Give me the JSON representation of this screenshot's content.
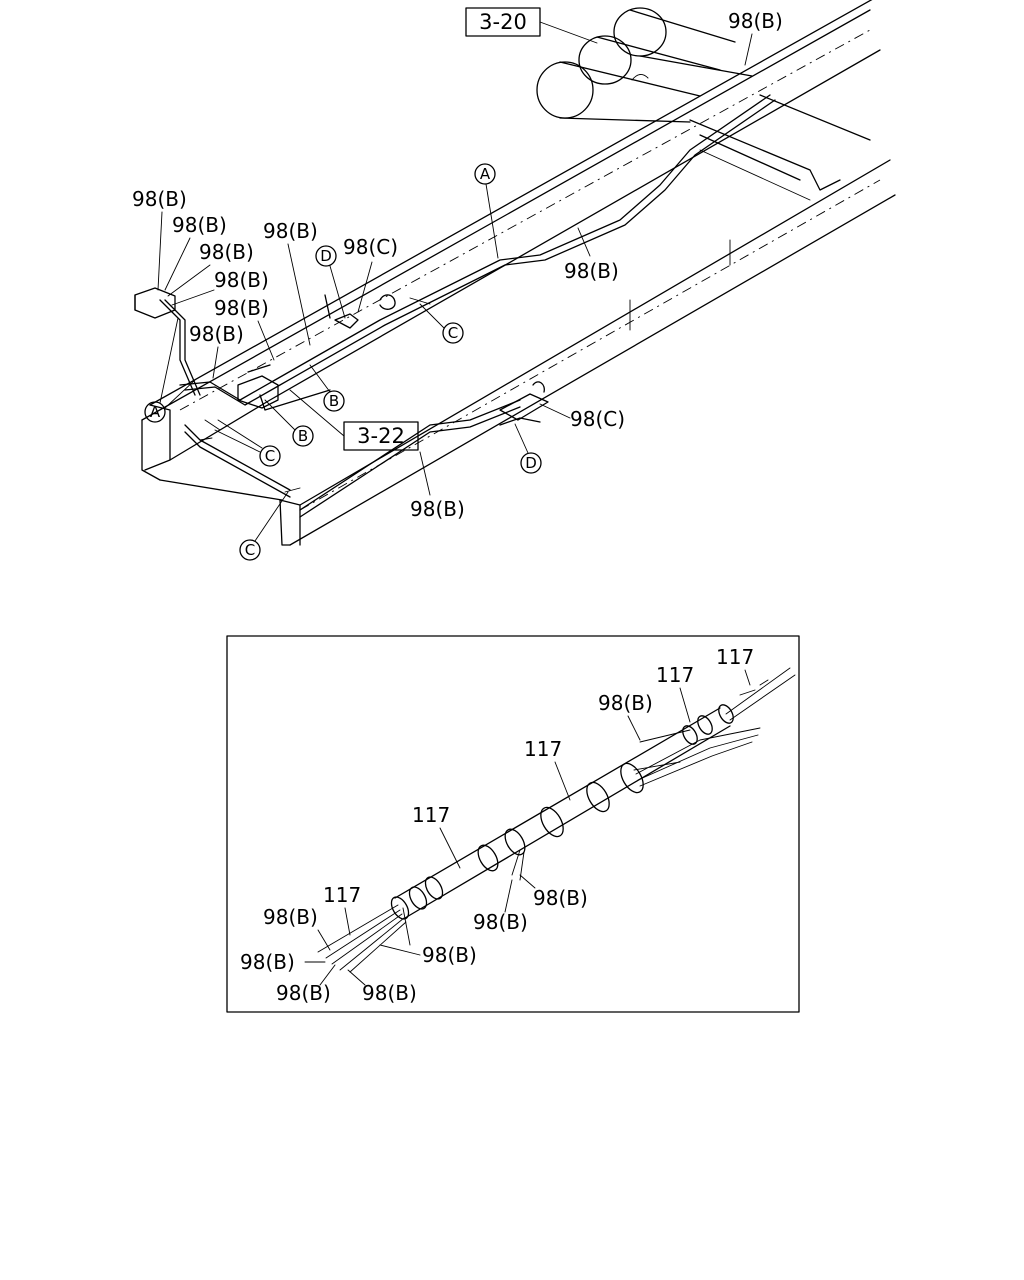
{
  "upper": {
    "ref_boxes": [
      {
        "text": "3-20"
      },
      {
        "text": "3-22"
      }
    ],
    "part_labels": [
      {
        "text": "98(B)"
      },
      {
        "text": "98(B)"
      },
      {
        "text": "98(B)"
      },
      {
        "text": "98(B)"
      },
      {
        "text": "98(B)"
      },
      {
        "text": "98(B)"
      },
      {
        "text": "98(B)"
      },
      {
        "text": "98(B)"
      },
      {
        "text": "98(B)"
      },
      {
        "text": "98(B)"
      },
      {
        "text": "98(C)"
      },
      {
        "text": "98(C)"
      }
    ],
    "circle_markers": [
      {
        "text": "A"
      },
      {
        "text": "A"
      },
      {
        "text": "B"
      },
      {
        "text": "B"
      },
      {
        "text": "C"
      },
      {
        "text": "C"
      },
      {
        "text": "C"
      },
      {
        "text": "D"
      },
      {
        "text": "D"
      }
    ]
  },
  "inset": {
    "part_labels": [
      {
        "text": "117"
      },
      {
        "text": "117"
      },
      {
        "text": "117"
      },
      {
        "text": "117"
      },
      {
        "text": "117"
      },
      {
        "text": "98(B)"
      },
      {
        "text": "98(B)"
      },
      {
        "text": "98(B)"
      },
      {
        "text": "98(B)"
      },
      {
        "text": "98(B)"
      },
      {
        "text": "98(B)"
      },
      {
        "text": "98(B)"
      },
      {
        "text": "98(B)"
      }
    ]
  }
}
